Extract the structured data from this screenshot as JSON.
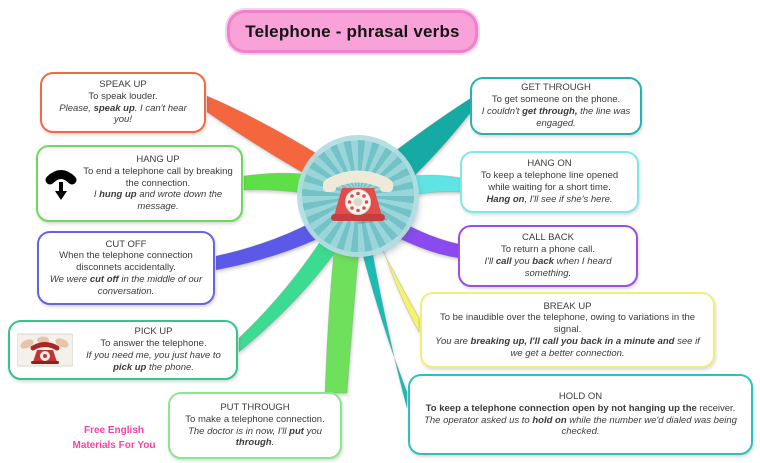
{
  "title": "Telephone - phrasal verbs",
  "title_colors": {
    "fill": "#F9A2D9",
    "border": "#EE82CA"
  },
  "credit": {
    "line1": "Free English",
    "line2": "Materials For You",
    "color": "#FF3FA4"
  },
  "center": {
    "icon": "red-rotary-telephone-badge"
  },
  "nodes": [
    {
      "id": "speak-up",
      "term": "SPEAK UP",
      "color": "#F26A45",
      "branch": "#F4663E",
      "def": [
        {
          "t": "To speak louder."
        }
      ],
      "ex": [
        {
          "t": "Please, "
        },
        {
          "t": "speak up",
          "b": true
        },
        {
          "t": ". I can't hear you!"
        }
      ]
    },
    {
      "id": "hang-up",
      "term": "HANG UP",
      "color": "#6CDB5C",
      "branch": "#5FDF47",
      "icon": "hang-up-handset-down-arrow",
      "def": [
        {
          "t": "To end a telephone call by breaking the connection."
        }
      ],
      "ex": [
        {
          "t": "I "
        },
        {
          "t": "hung up",
          "b": true
        },
        {
          "t": " and wrote down the message."
        }
      ]
    },
    {
      "id": "cut-off",
      "term": "CUT OFF",
      "color": "#6663E6",
      "branch": "#5C58E8",
      "def": [
        {
          "t": "When the telephone connection disconnets accidentally."
        }
      ],
      "ex": [
        {
          "t": "We were "
        },
        {
          "t": "cut off",
          "b": true
        },
        {
          "t": " in the middle of our conversation."
        }
      ]
    },
    {
      "id": "pick-up",
      "term": "PICK UP",
      "color": "#35C48C",
      "branch": "#3BDB92",
      "icon": "hands-grabbing-red-phone-image",
      "def": [
        {
          "t": "To answer the telephone."
        }
      ],
      "ex": [
        {
          "t": "If you need me, you just have to "
        },
        {
          "t": "pick up",
          "b": true
        },
        {
          "t": " the phone."
        }
      ]
    },
    {
      "id": "put-through",
      "term": "PUT THROUGH",
      "color": "#8BE78B",
      "branch": "#6FE05C",
      "def": [
        {
          "t": "To make a telephone connection."
        }
      ],
      "ex": [
        {
          "t": "The doctor is in now, I'll "
        },
        {
          "t": "put",
          "b": true
        },
        {
          "t": " you "
        },
        {
          "t": "through",
          "b": true
        },
        {
          "t": "."
        }
      ]
    },
    {
      "id": "get-through",
      "term": "GET THROUGH",
      "color": "#27B2B2",
      "branch": "#16AAA4",
      "def": [
        {
          "t": "To get someone on the phone."
        }
      ],
      "ex": [
        {
          "t": "I couldn't "
        },
        {
          "t": "get through,",
          "b": true
        },
        {
          "t": " the line was engaged."
        }
      ]
    },
    {
      "id": "hang-on",
      "term": "HANG ON",
      "color": "#7FE8E8",
      "branch": "#5FE3E3",
      "def": [
        {
          "t": "To keep a telephone line opened while waiting for a short time."
        }
      ],
      "ex": [
        {
          "t": "Hang on",
          "b": true
        },
        {
          "t": ", I'll see if she's here."
        }
      ]
    },
    {
      "id": "call-back",
      "term": "CALL BACK",
      "color": "#9C4FE3",
      "branch": "#8B49F0",
      "def": [
        {
          "t": "To return a phone call."
        }
      ],
      "ex": [
        {
          "t": "I'll "
        },
        {
          "t": "call",
          "b": true
        },
        {
          "t": " you "
        },
        {
          "t": "back",
          "b": true
        },
        {
          "t": " when I heard something."
        }
      ]
    },
    {
      "id": "break-up",
      "term": "BREAK UP",
      "color": "#F2EE7D",
      "branch": "#F6F26A",
      "def": [
        {
          "t": "To be inaudible over the telephone, owing to variations in the signal."
        }
      ],
      "ex": [
        {
          "t": "You are "
        },
        {
          "t": "breaking up, I'll call you back in a minute and",
          "b": true
        },
        {
          "t": " see if we get a better connection."
        }
      ]
    },
    {
      "id": "hold-on",
      "term": "HOLD ON",
      "color": "#2CC0C0",
      "branch": "#19BCB4",
      "def": [
        {
          "t": "To keep a telephone connection open by not hanging up the",
          "b": true
        },
        {
          "t": " receiver."
        }
      ],
      "ex": [
        {
          "t": "The operator asked us to "
        },
        {
          "t": "hold on",
          "b": true
        },
        {
          "t": " while the number we'd dialed was being checked."
        }
      ]
    }
  ]
}
